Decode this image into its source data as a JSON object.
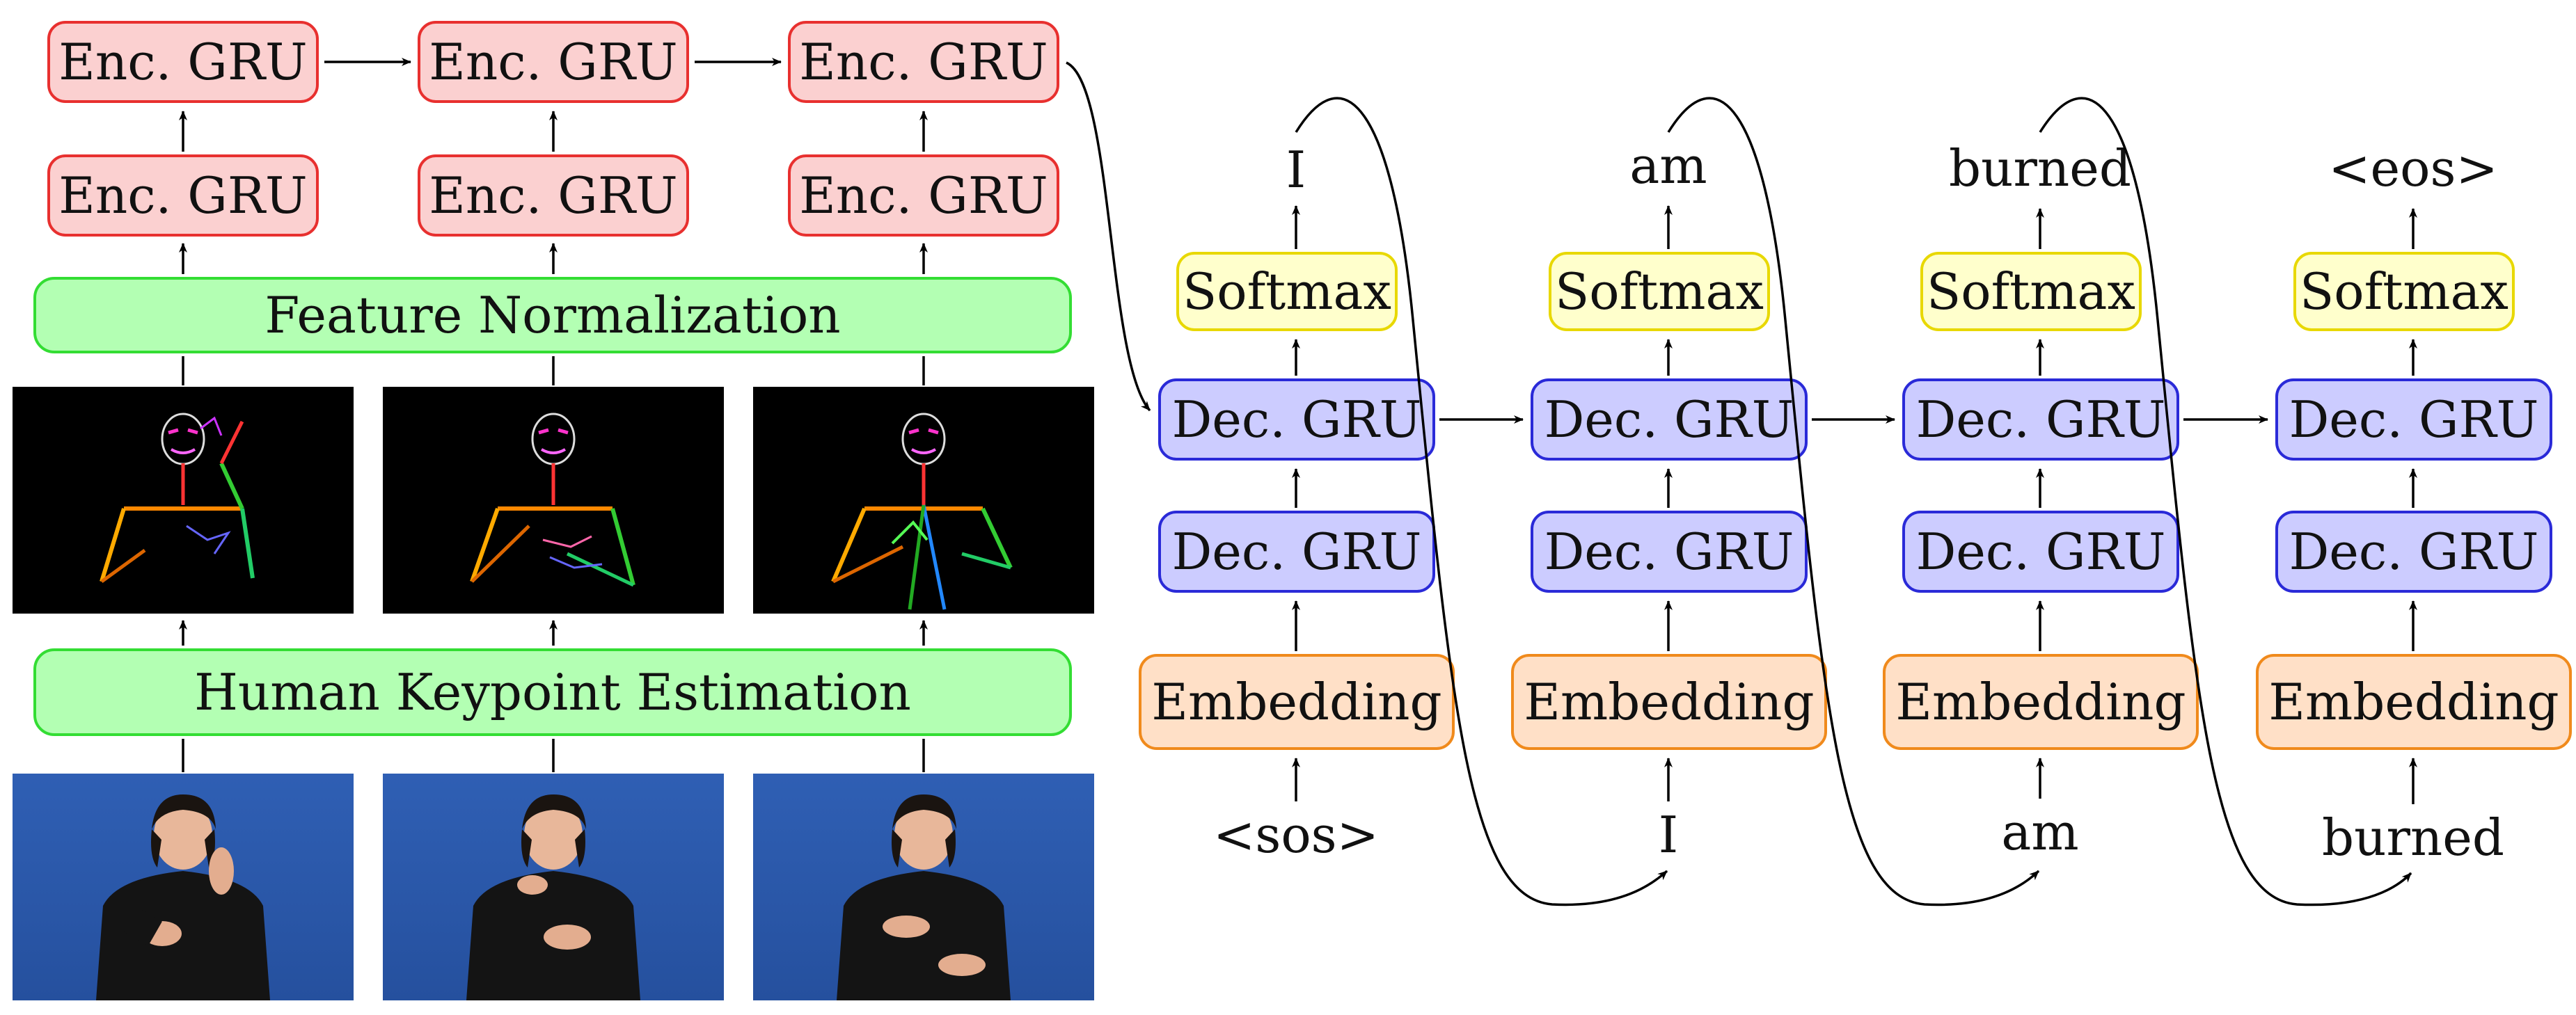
{
  "colors": {
    "enc_fill": "#fbd0d0",
    "enc_stroke": "#e8302f",
    "dec_fill": "#ccccff",
    "dec_stroke": "#2a2ad8",
    "soft_fill": "#ffffcc",
    "soft_stroke": "#e8d800",
    "emb_fill": "#ffe0c7",
    "emb_stroke": "#f08a1c",
    "green_fill": "#b3ffb3",
    "green_stroke": "#33dd33",
    "arrow": "#000000",
    "photo_background": "#2f5fb4",
    "skeleton_background": "#000000"
  },
  "encoder": {
    "top_row": [
      "Enc. GRU",
      "Enc. GRU",
      "Enc. GRU"
    ],
    "bottom_row": [
      "Enc. GRU",
      "Enc. GRU",
      "Enc. GRU"
    ],
    "feature_normalization": "Feature Normalization",
    "keypoint_estimation": "Human Keypoint Estimation",
    "frames": [
      {
        "skeleton": "skeleton-icon",
        "photo": "signer-photo-icon"
      },
      {
        "skeleton": "skeleton-icon",
        "photo": "signer-photo-icon"
      },
      {
        "skeleton": "skeleton-icon",
        "photo": "signer-photo-icon"
      }
    ]
  },
  "decoder": {
    "steps": [
      {
        "output": "I",
        "softmax": "Softmax",
        "gru_top": "Dec. GRU",
        "gru_bottom": "Dec. GRU",
        "embedding": "Embedding",
        "input": "<sos>"
      },
      {
        "output": "am",
        "softmax": "Softmax",
        "gru_top": "Dec. GRU",
        "gru_bottom": "Dec. GRU",
        "embedding": "Embedding",
        "input": "I"
      },
      {
        "output": "burned",
        "softmax": "Softmax",
        "gru_top": "Dec. GRU",
        "gru_bottom": "Dec. GRU",
        "embedding": "Embedding",
        "input": "am"
      },
      {
        "output": "<eos>",
        "softmax": "Softmax",
        "gru_top": "Dec. GRU",
        "gru_bottom": "Dec. GRU",
        "embedding": "Embedding",
        "input": "burned"
      }
    ]
  }
}
